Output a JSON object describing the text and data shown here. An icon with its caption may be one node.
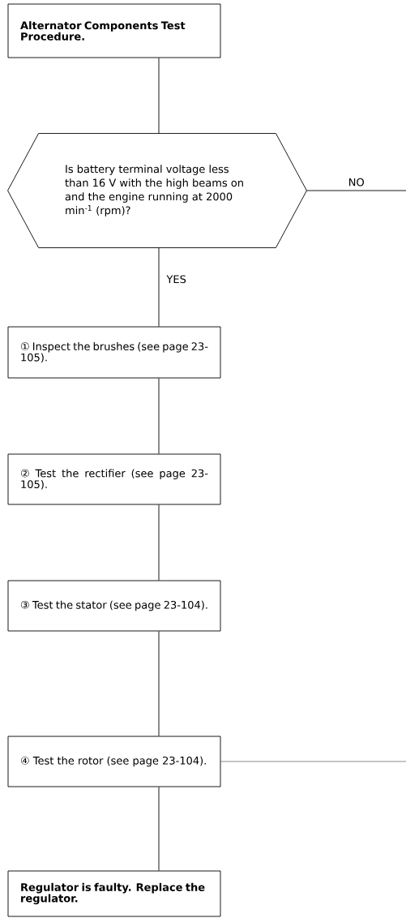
{
  "diagram": {
    "nodes": [
      {
        "text": [
          "Alternator Components Test Procedure."
        ]
      },
      {
        "text": [
          "Is battery terminal voltage less than 16 V with the high beams on and the engine running at 2000 min$^{-1}$ (rpm)?"
        ]
      },
      {
        "text": [
          "① Inspect the brushes (see page 23-105)."
        ]
      },
      {
        "text": [
          "② Test the rectifier (see page 23-105)."
        ]
      },
      {
        "text": [
          "③ Test the stator (see page 23-104)."
        ]
      },
      {
        "text": [
          "④ Test the rotor (see page 23-104)."
        ]
      },
      {
        "text": [
          "Regulator is faulty. Replace the regulator."
        ]
      }
    ],
    "edges": [
      {
        "from": 0,
        "to": 1,
        "arrow": "none"
      },
      {
        "from": 1,
        "to": 2,
        "arrow": "none",
        "label": "YES"
      },
      {
        "from": 1,
        "to": null,
        "arrow": "none",
        "label": "NO"
      },
      {
        "from": 2,
        "to": 3,
        "arrow": "none"
      },
      {
        "from": 3,
        "to": 4,
        "arrow": "none"
      },
      {
        "from": 4,
        "to": 5,
        "arrow": "none"
      },
      {
        "from": 5,
        "to": 6,
        "arrow": "none"
      },
      {
        "from": 5,
        "to": null,
        "arrow": "none"
      }
    ]
  }
}
